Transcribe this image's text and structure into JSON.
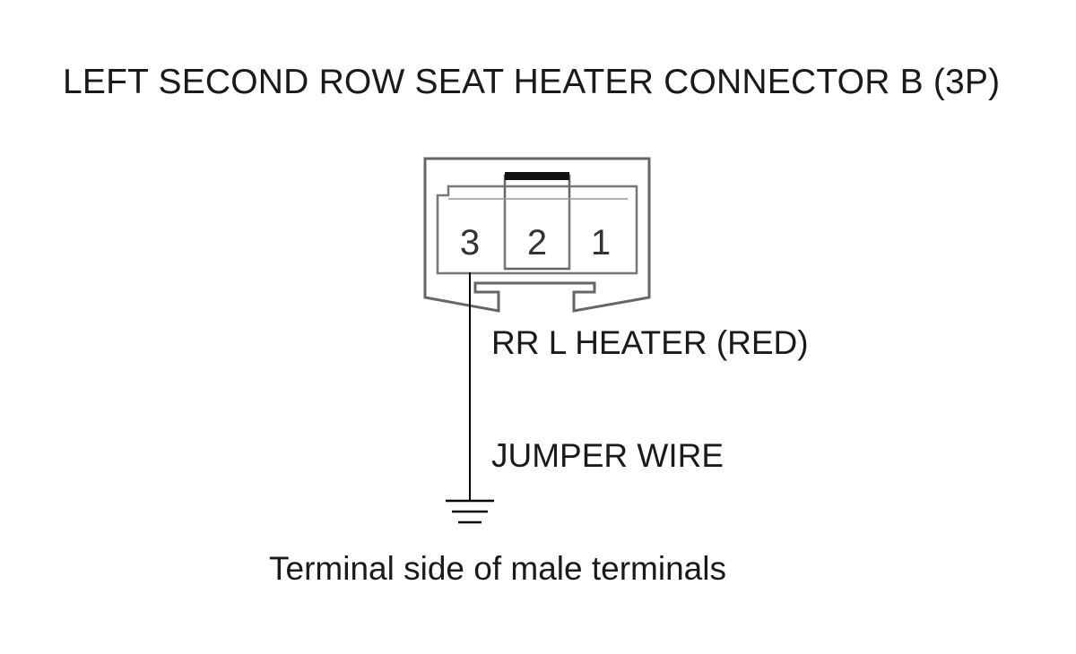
{
  "diagram": {
    "title": "LEFT SECOND ROW SEAT HEATER CONNECTOR B (3P)",
    "pins": [
      "3",
      "2",
      "1"
    ],
    "wire_label": "RR L HEATER (RED)",
    "jumper_label": "JUMPER WIRE",
    "footer": "Terminal side of male terminals",
    "colors": {
      "stroke": "#666666",
      "ground": "#000000",
      "text": "#1a1a1a"
    }
  }
}
